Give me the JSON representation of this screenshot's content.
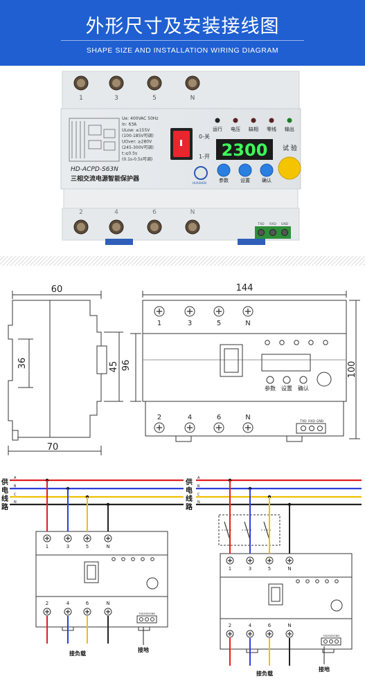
{
  "header": {
    "title_cn": "外形尺寸及安装接线图",
    "title_en": "SHAPE SIZE AND INSTALLATION WIRING DIAGRAM"
  },
  "product": {
    "top_terminals": [
      "1",
      "3",
      "5",
      "N"
    ],
    "bottom_terminals": [
      "2",
      "4",
      "6",
      "N"
    ],
    "specs": [
      "Ue: 400VAC 50Hz",
      "In: 63A",
      "ULow: ≤155V",
      "(100-185V可调)",
      "UOver: ≥280V",
      "(245-300V可调)",
      "t:≤0.5s",
      "(0.1s-0.5s可调)"
    ],
    "switch_labels": [
      "0-关",
      "1-开"
    ],
    "model": "HD-ACPD-S63N",
    "product_name": "三相交流电源智能保护器",
    "indicators": [
      "运行",
      "电压",
      "缺相",
      "零线",
      "输出"
    ],
    "display_value": "2300",
    "test_label": "试 验",
    "buttons": [
      "参数",
      "设置",
      "确认"
    ],
    "comm_terminals": [
      "TXD",
      "RXD",
      "GND"
    ],
    "brand_mark": "HUASHEN"
  },
  "dimensions": {
    "side_width_top": "60",
    "side_width_bottom": "70",
    "side_height_inner": "36",
    "side_height_outer": "45",
    "front_height_left": "96",
    "front_width": "144",
    "front_height_right": "100",
    "front_top_terminals": [
      "1",
      "3",
      "5",
      "N"
    ],
    "front_bottom_terminals": [
      "2",
      "4",
      "6",
      "N"
    ],
    "front_buttons": [
      "参数",
      "设置",
      "确认"
    ],
    "comm_terminals": [
      "TXD",
      "RXD",
      "GND"
    ]
  },
  "wiring": {
    "supply_label": [
      "供",
      "电",
      "线",
      "路"
    ],
    "phase_labels": [
      "A",
      "B",
      "C",
      "N"
    ],
    "top_terminals": [
      "1",
      "3",
      "5",
      "N"
    ],
    "bottom_terminals": [
      "2",
      "4",
      "6",
      "N"
    ],
    "load_label": "接负载",
    "ground_label": "接地",
    "comm_terminals": [
      "TXD",
      "RXD",
      "GND"
    ],
    "colors": {
      "A": "#e01f1f",
      "B": "#2d3fd6",
      "C": "#f0c000",
      "N": "#222222"
    }
  }
}
